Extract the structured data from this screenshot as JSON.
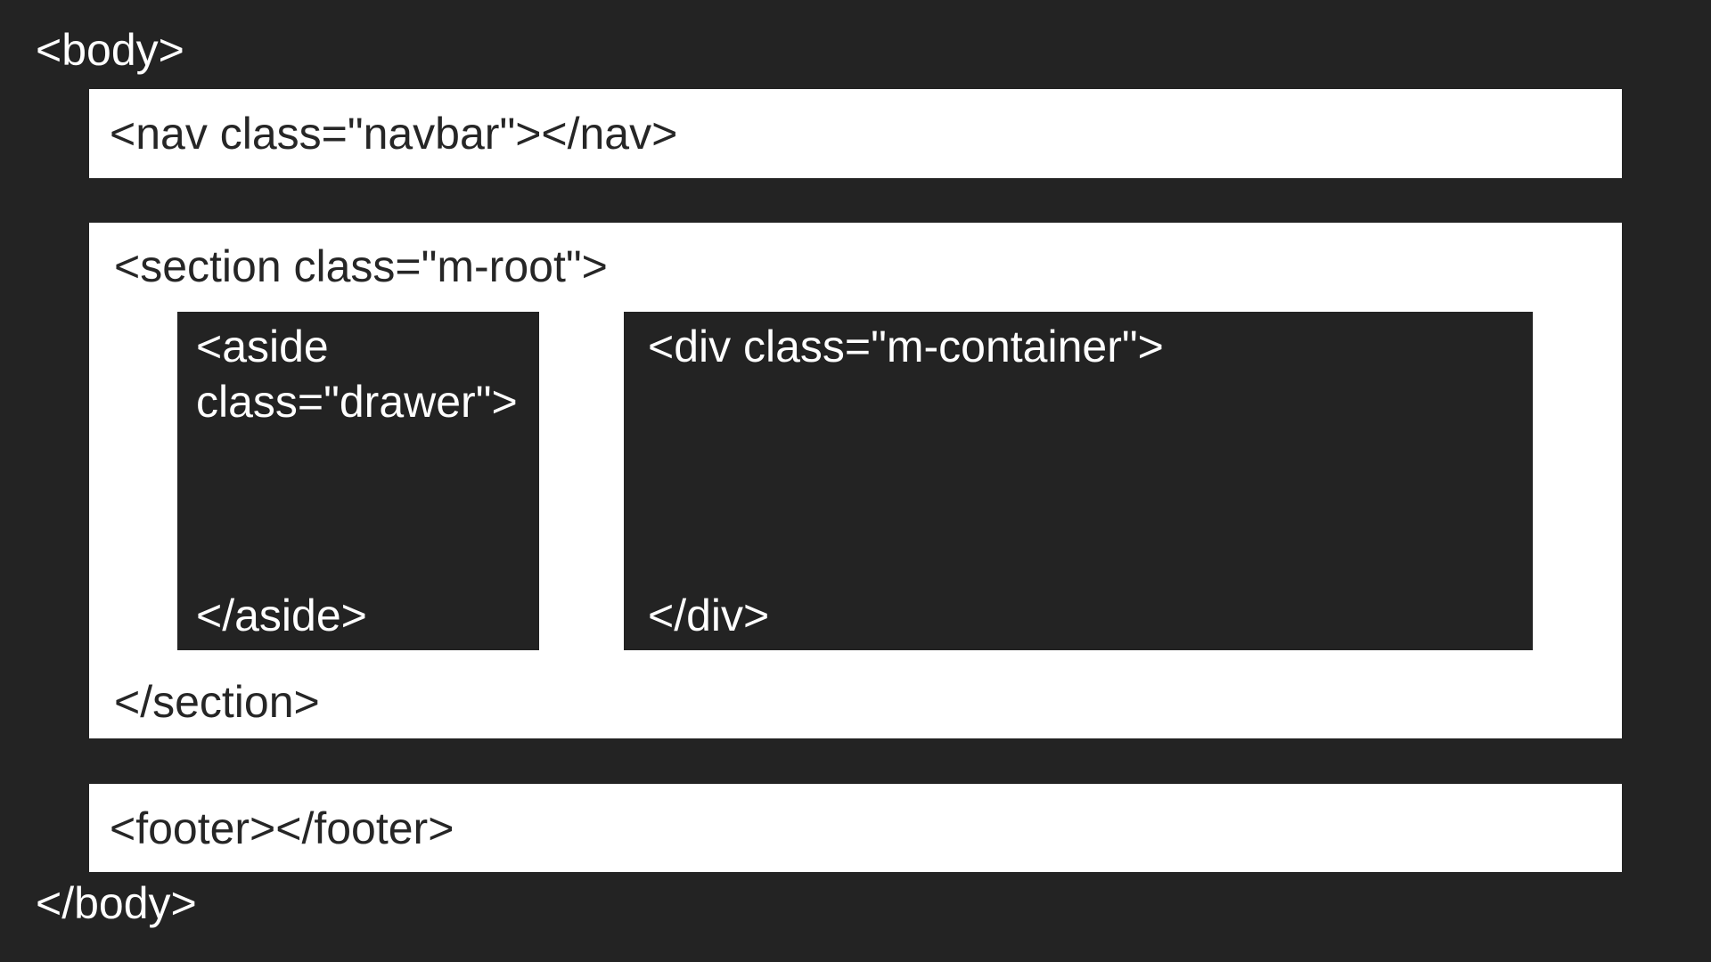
{
  "colors": {
    "background": "#232323",
    "panel": "#ffffff",
    "code_dark": "#262626",
    "code_light": "#ffffff"
  },
  "body_tag": {
    "open": "<body>",
    "close": "</body>"
  },
  "navbar": {
    "code": "<nav class=\"navbar\"></nav>"
  },
  "section": {
    "open": "<section class=\"m-root\">",
    "close": "</section>",
    "aside": {
      "open": "<aside class=\"drawer\">",
      "close": "</aside>"
    },
    "container": {
      "open": "<div class=\"m-container\">",
      "close": "</div>"
    }
  },
  "footer": {
    "code": "<footer></footer>"
  }
}
